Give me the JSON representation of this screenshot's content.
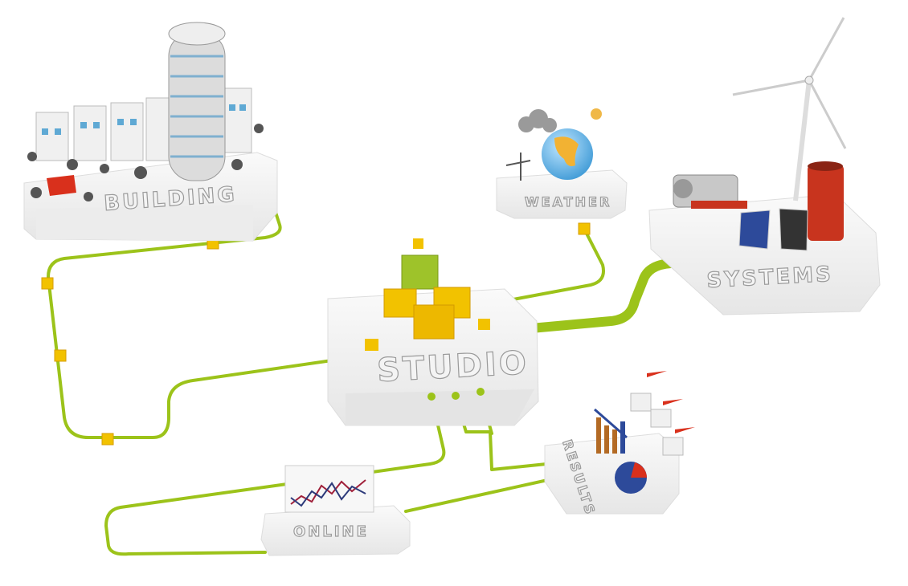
{
  "nodes": {
    "building": {
      "label": "BUILDING"
    },
    "weather": {
      "label": "WEATHER"
    },
    "systems": {
      "label": "SYSTEMS"
    },
    "studio": {
      "label": "STUDIO"
    },
    "results": {
      "label": "RESULTS"
    },
    "online": {
      "label": "ONLINE"
    }
  },
  "colors": {
    "wire": "#9cc31a",
    "node": "#f2c200",
    "accent_red": "#d9301c"
  }
}
